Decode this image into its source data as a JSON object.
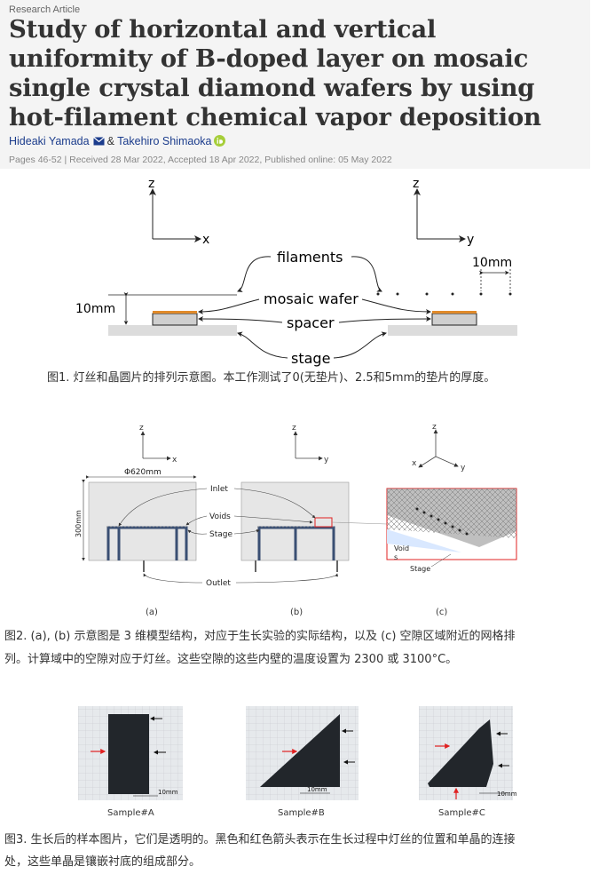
{
  "header": {
    "article_type": "Research Article",
    "title": "Study of horizontal and vertical uniformity of B-doped layer on mosaic single crystal diamond wafers by using hot-filament chemical vapor deposition",
    "author1": "Hideaki Yamada",
    "separator": "&",
    "author2": "Takehiro Shimaoka",
    "meta": "Pages 46-52 | Received 28 Mar 2022, Accepted 18 Apr 2022, Published online: 05 May 2022"
  },
  "figure1": {
    "axes_left": {
      "z": "z",
      "x": "x"
    },
    "axes_right": {
      "z": "z",
      "y": "y"
    },
    "labels": {
      "filaments": "filaments",
      "mosaic_wafer": "mosaic wafer",
      "spacer": "spacer",
      "stage": "stage",
      "height": "10mm",
      "spacing": "10mm"
    },
    "caption": "图1. 灯丝和晶圆片的排列示意图。本工作测试了0(无垫片)、2.5和5mm的垫片的厚度。"
  },
  "figure2": {
    "panel_a": {
      "z": "z",
      "x": "x",
      "diameter": "Φ620mm",
      "height": "300mm",
      "tag": "(a)"
    },
    "panel_b": {
      "z": "z",
      "y": "y",
      "tag": "(b)"
    },
    "panel_c": {
      "z": "z",
      "x": "x",
      "y": "y",
      "tag": "(c)",
      "voids_line1": "Void",
      "voids_line2": "s",
      "stage": "Stage"
    },
    "labels": {
      "inlet": "Inlet",
      "voids": "Voids",
      "stage": "Stage",
      "outlet": "Outlet"
    },
    "caption_line1": "图2. (a), (b) 示意图是 3 维模型结构，对应于生长实验的实际结构，以及 (c) 空隙区域附近的网格排",
    "caption_line2": "列。计算域中的空隙对应于灯丝。这些空隙的这些内壁的温度设置为 2300 或 3100°C。"
  },
  "figure3": {
    "samples": [
      {
        "label": "Sample#A",
        "scale": "10mm"
      },
      {
        "label": "Sample#B",
        "scale": "10mm"
      },
      {
        "label": "Sample#C",
        "scale": "10mm"
      }
    ],
    "caption_line1": "图3. 生长后的样本图片，它们是透明的。黑色和红色箭头表示在生长过程中灯丝的位置和单晶的连接",
    "caption_line2": "处，这些单晶是镶嵌衬底的组成部分。"
  },
  "colors": {
    "header_bg": "#f4f4f4",
    "author_link": "#1b3c8c",
    "orcid_green": "#a6ce39",
    "wafer_orange": "#e08a2a",
    "chamber_blue": "#3a4f73",
    "red_arrow": "#e02020"
  }
}
